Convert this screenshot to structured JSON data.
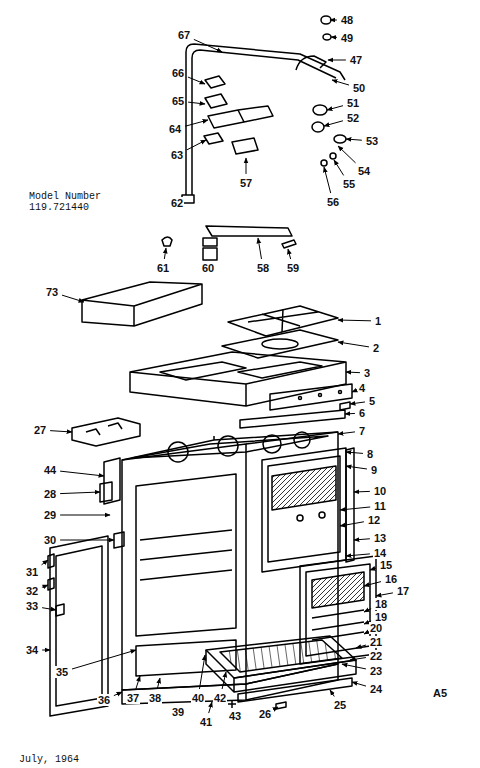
{
  "diagram": {
    "labels": [
      "48",
      "49",
      "47",
      "67",
      "66",
      "50",
      "65",
      "51",
      "52",
      "64",
      "53",
      "63",
      "54",
      "57",
      "55",
      "56",
      "62",
      "Model Number 119.721440",
      "61",
      "60",
      "58",
      "59",
      "73",
      "1",
      "2",
      "3",
      "4",
      "5",
      "6",
      "27",
      "7",
      "44",
      "8",
      "9",
      "28",
      "10",
      "11",
      "29",
      "12",
      "13",
      "30",
      "14",
      "15",
      "31",
      "16",
      "17",
      "32",
      "18",
      "33",
      "19",
      "20",
      "21",
      "34",
      "22",
      "23",
      "35",
      "24",
      "36",
      "37",
      "38",
      "39",
      "40",
      "41",
      "42",
      "25",
      "43",
      "26",
      "A5",
      "July, 1964"
    ]
  }
}
